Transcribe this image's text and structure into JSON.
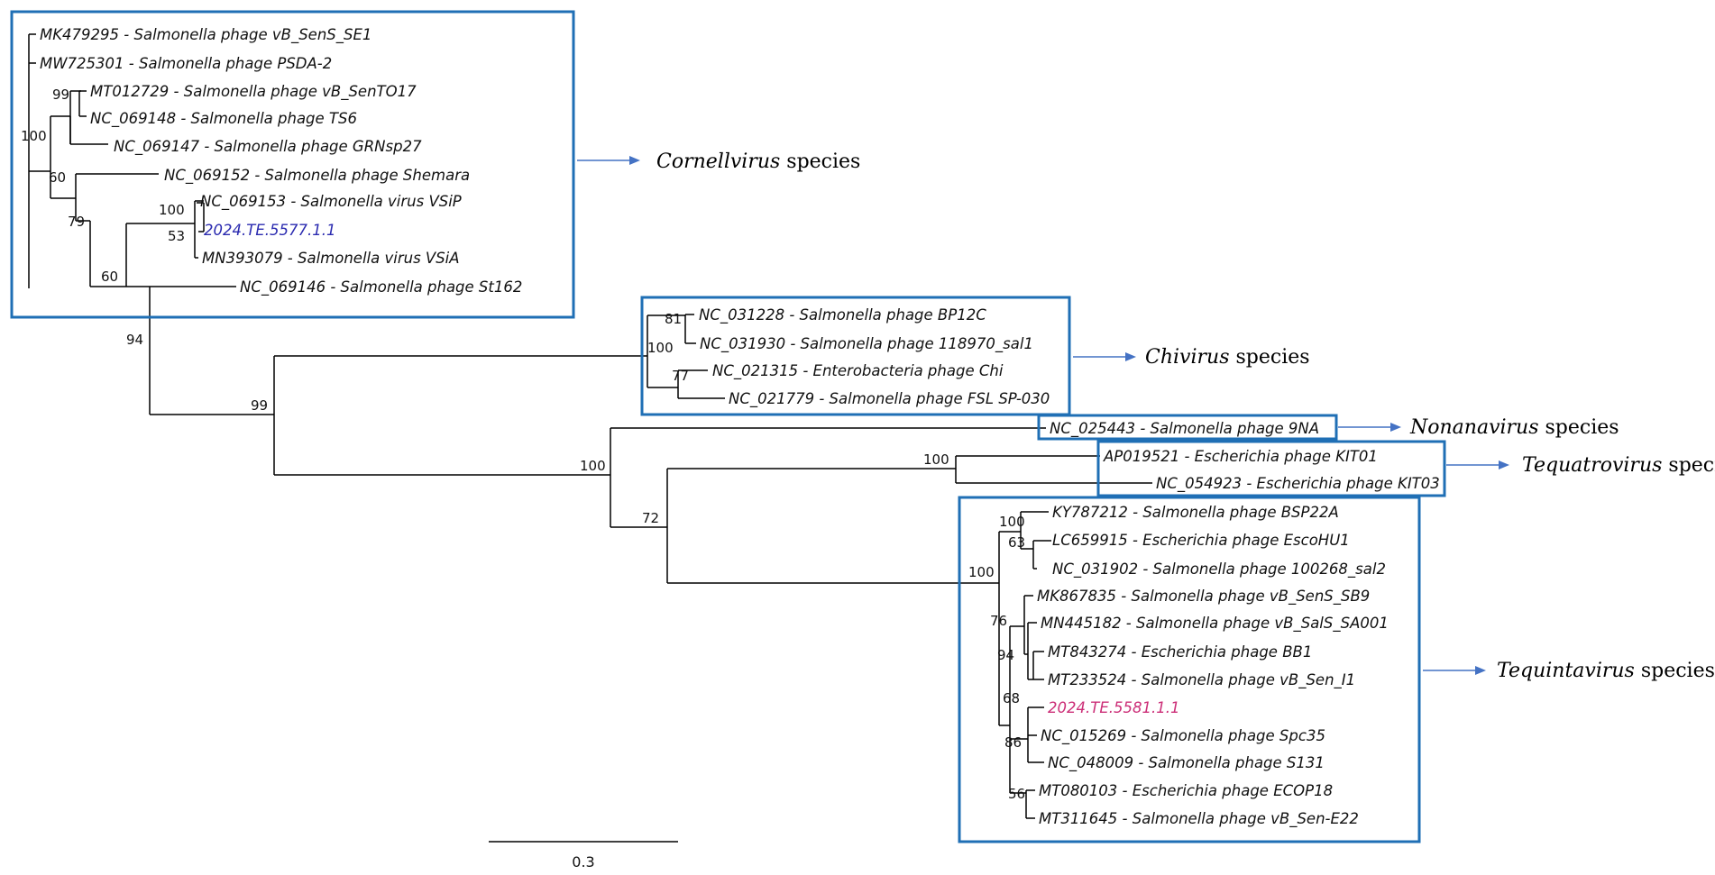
{
  "leaves": [
    {
      "id": "MK479295",
      "label": "MK479295 - Salmonella phage vB_SenS_SE1",
      "style": "normal"
    },
    {
      "id": "MW725301",
      "label": "MW725301 - Salmonella phage PSDA-2",
      "style": "normal"
    },
    {
      "id": "MT012729",
      "label": "MT012729 - Salmonella phage vB_SenTO17",
      "style": "normal"
    },
    {
      "id": "NC_069148",
      "label": "NC_069148 - Salmonella phage TS6",
      "style": "normal"
    },
    {
      "id": "NC_069147",
      "label": "NC_069147 - Salmonella phage GRNsp27",
      "style": "normal"
    },
    {
      "id": "NC_069152",
      "label": "NC_069152 - Salmonella phage Shemara",
      "style": "normal"
    },
    {
      "id": "NC_069153",
      "label": "NC_069153 - Salmonella virus VSiP",
      "style": "normal"
    },
    {
      "id": "TE5577",
      "label": "2024.TE.5577.1.1",
      "style": "blue"
    },
    {
      "id": "MN393079",
      "label": "MN393079 - Salmonella virus VSiA",
      "style": "normal"
    },
    {
      "id": "NC_069146",
      "label": "NC_069146 - Salmonella phage St162",
      "style": "normal"
    },
    {
      "id": "NC_031228",
      "label": "NC_031228 - Salmonella phage BP12C",
      "style": "normal"
    },
    {
      "id": "NC_031930",
      "label": "NC_031930 - Salmonella phage 118970_sal1",
      "style": "normal"
    },
    {
      "id": "NC_021315",
      "label": "NC_021315 - Enterobacteria phage Chi",
      "style": "normal"
    },
    {
      "id": "NC_021779",
      "label": "NC_021779 - Salmonella phage FSL SP-030",
      "style": "normal"
    },
    {
      "id": "NC_025443",
      "label": "NC_025443 - Salmonella phage 9NA",
      "style": "normal"
    },
    {
      "id": "AP019521",
      "label": "AP019521 - Escherichia phage KIT01",
      "style": "normal"
    },
    {
      "id": "NC_054923",
      "label": "NC_054923 - Escherichia phage KIT03",
      "style": "normal"
    },
    {
      "id": "KY787212",
      "label": "KY787212 - Salmonella phage BSP22A",
      "style": "normal"
    },
    {
      "id": "LC659915",
      "label": "LC659915 - Escherichia phage EscoHU1",
      "style": "normal"
    },
    {
      "id": "NC_031902",
      "label": "NC_031902 - Salmonella phage 100268_sal2",
      "style": "normal"
    },
    {
      "id": "MK867835",
      "label": "MK867835 - Salmonella phage vB_SenS_SB9",
      "style": "normal"
    },
    {
      "id": "MN445182",
      "label": "MN445182 - Salmonella phage vB_SalS_SA001",
      "style": "normal"
    },
    {
      "id": "MT843274",
      "label": "MT843274 - Escherichia phage BB1",
      "style": "normal"
    },
    {
      "id": "MT233524",
      "label": "MT233524 - Salmonella phage vB_Sen_I1",
      "style": "normal"
    },
    {
      "id": "TE5581",
      "label": "2024.TE.5581.1.1",
      "style": "pink"
    },
    {
      "id": "NC_015269",
      "label": "NC_015269 - Salmonella phage Spc35",
      "style": "normal"
    },
    {
      "id": "NC_048009",
      "label": "NC_048009 - Salmonella phage S131",
      "style": "normal"
    },
    {
      "id": "MT080103",
      "label": "MT080103 - Escherichia phage ECOP18",
      "style": "normal"
    },
    {
      "id": "MT311645",
      "label": "MT311645 - Salmonella phage vB_Sen-E22",
      "style": "normal"
    }
  ],
  "bootstrap_values": [
    "100",
    "99",
    "60",
    "79",
    "60",
    "100",
    "53",
    "94",
    "99",
    "81",
    "100",
    "77",
    "100",
    "100",
    "72",
    "100",
    "100",
    "63",
    "76",
    "94",
    "68",
    "86",
    "56"
  ],
  "groups": [
    {
      "genus": "Cornellvirus",
      "suffix": " species"
    },
    {
      "genus": "Chivirus",
      "suffix": " species"
    },
    {
      "genus": "Nonanavirus",
      "suffix": " species"
    },
    {
      "genus": "Tequatrovirus",
      "suffix": " species"
    },
    {
      "genus": "Tequintavirus",
      "suffix": " species"
    }
  ],
  "scale_bar": {
    "label": "0.3"
  },
  "colors": {
    "box": "#1f6fb5",
    "arrow": "#4472c4",
    "highlight_blue": "#2b2bb0",
    "highlight_pink": "#cc2f78"
  }
}
